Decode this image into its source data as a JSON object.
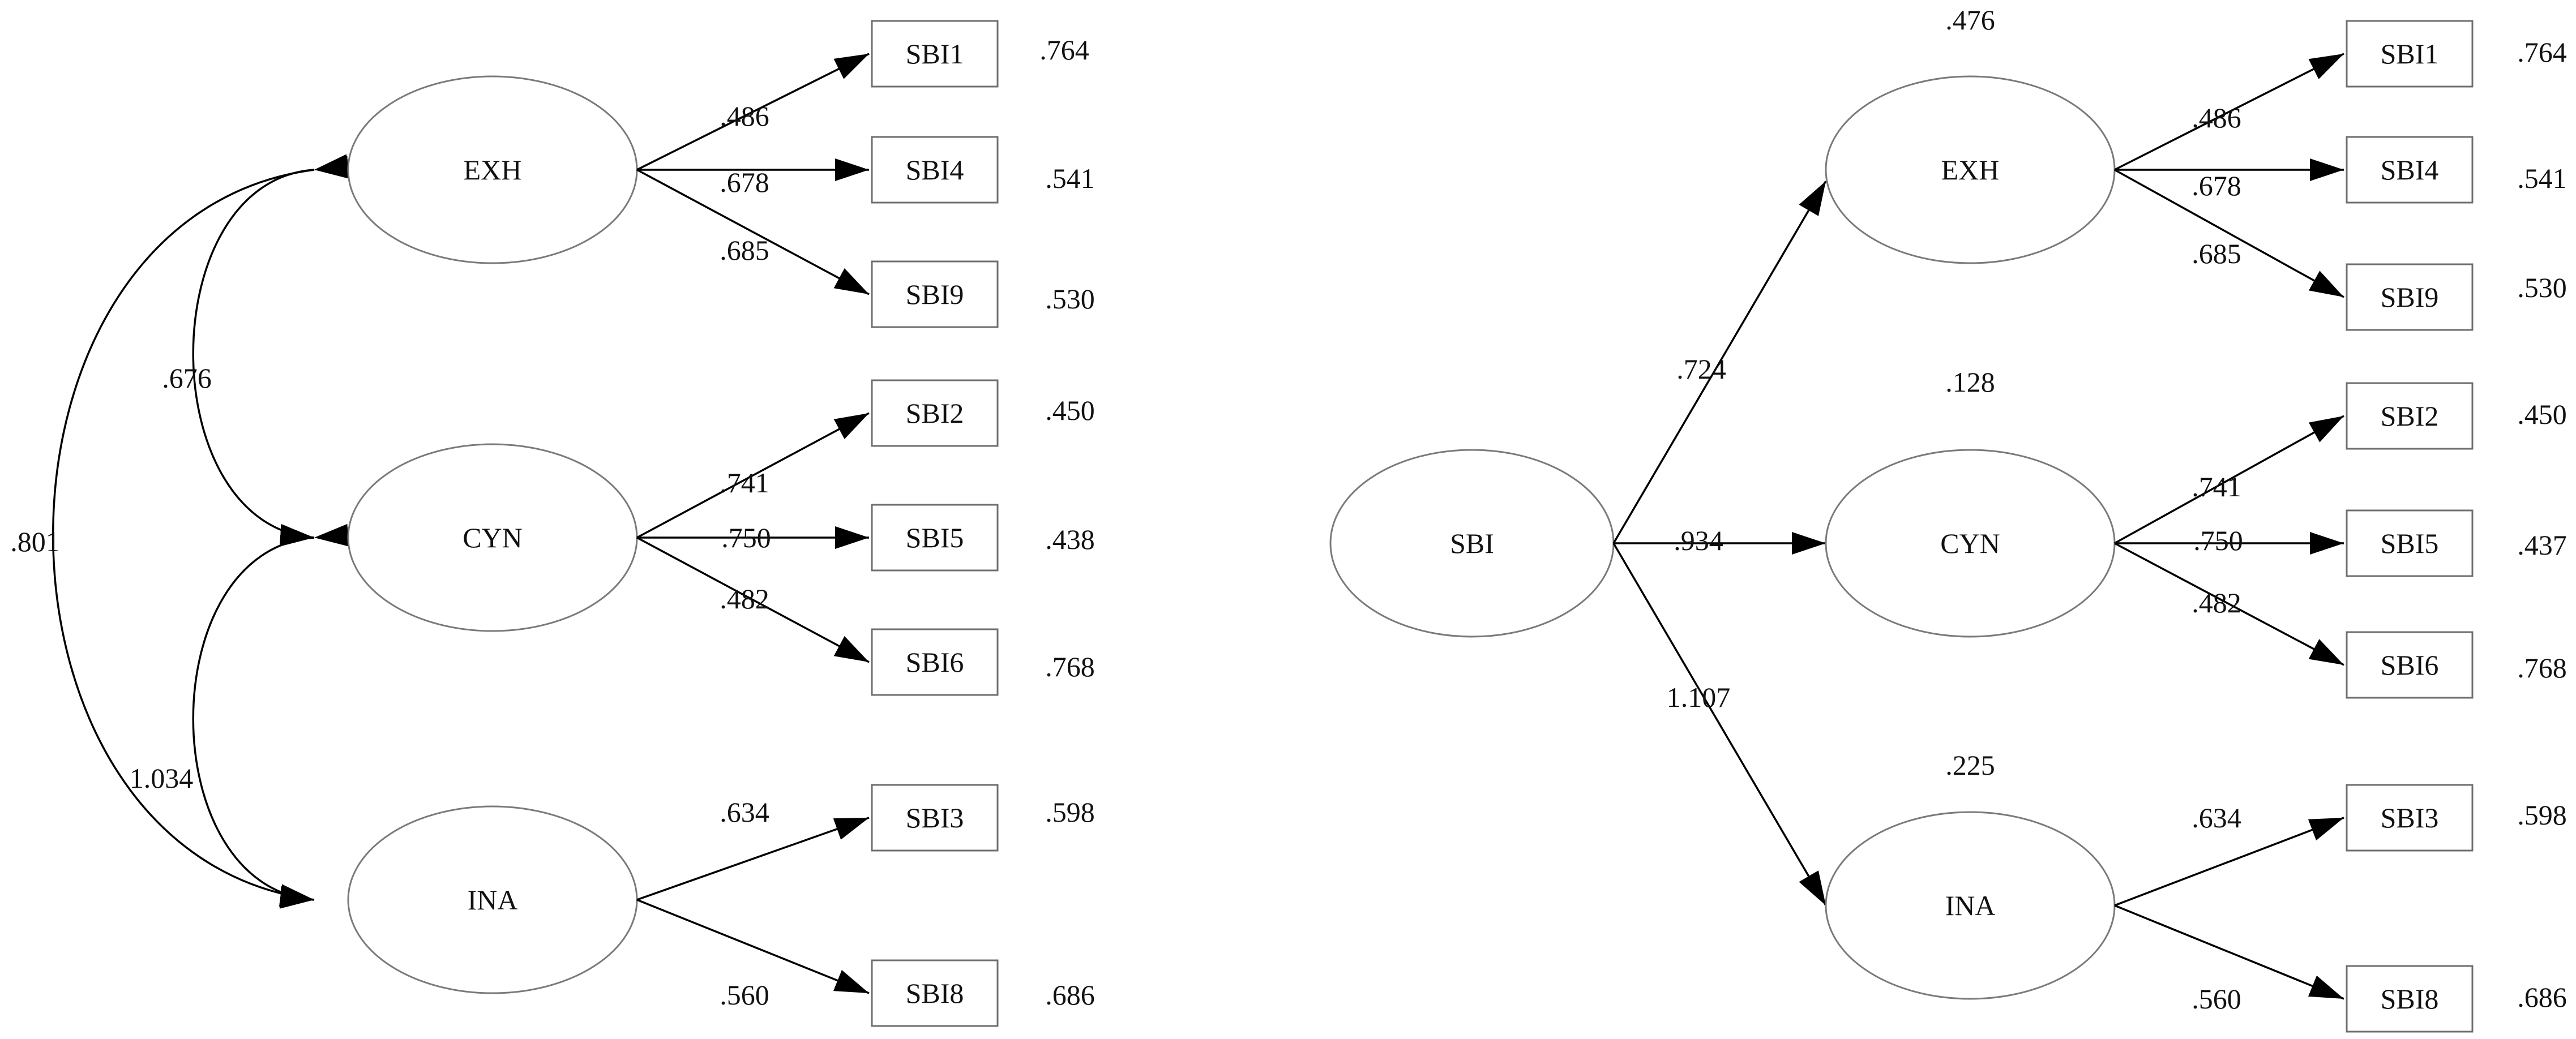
{
  "left_model": {
    "factors": [
      {
        "id": "EXH",
        "label": "EXH"
      },
      {
        "id": "CYN",
        "label": "CYN"
      },
      {
        "id": "INA",
        "label": "INA"
      }
    ],
    "indicators": [
      {
        "id": "SBI1",
        "label": "SBI1",
        "factor": "EXH",
        "loading": ".486",
        "error": ".764"
      },
      {
        "id": "SBI4",
        "label": "SBI4",
        "factor": "EXH",
        "loading": ".678",
        "error": ".541"
      },
      {
        "id": "SBI9",
        "label": "SBI9",
        "factor": "EXH",
        "loading": ".685",
        "error": ".530"
      },
      {
        "id": "SBI2",
        "label": "SBI2",
        "factor": "CYN",
        "loading": ".741",
        "error": ".450"
      },
      {
        "id": "SBI5",
        "label": "SBI5",
        "factor": "CYN",
        "loading": ".750",
        "error": ".438"
      },
      {
        "id": "SBI6",
        "label": "SBI6",
        "factor": "CYN",
        "loading": ".482",
        "error": ".768"
      },
      {
        "id": "SBI3",
        "label": "SBI3",
        "factor": "INA",
        "loading": ".634",
        "error": ".598"
      },
      {
        "id": "SBI8",
        "label": "SBI8",
        "factor": "INA",
        "loading": ".560",
        "error": ".686"
      }
    ],
    "covariances": [
      {
        "from": "EXH",
        "to": "CYN",
        "value": ".676"
      },
      {
        "from": "CYN",
        "to": "INA",
        "value": "1.034"
      },
      {
        "from": "EXH",
        "to": "INA",
        "value": ".801"
      }
    ]
  },
  "right_model": {
    "second_order": {
      "id": "SBI",
      "label": "SBI"
    },
    "factors": [
      {
        "id": "EXH",
        "label": "EXH",
        "loading": ".724",
        "r2": ".476"
      },
      {
        "id": "CYN",
        "label": "CYN",
        "loading": ".934",
        "r2": ".128"
      },
      {
        "id": "INA",
        "label": "INA",
        "loading": "1.107",
        "r2": ".225"
      }
    ],
    "indicators": [
      {
        "id": "SBI1",
        "label": "SBI1",
        "factor": "EXH",
        "loading": ".486",
        "error": ".764"
      },
      {
        "id": "SBI4",
        "label": "SBI4",
        "factor": "EXH",
        "loading": ".678",
        "error": ".541"
      },
      {
        "id": "SBI9",
        "label": "SBI9",
        "factor": "EXH",
        "loading": ".685",
        "error": ".530"
      },
      {
        "id": "SBI2",
        "label": "SBI2",
        "factor": "CYN",
        "loading": ".741",
        "error": ".450"
      },
      {
        "id": "SBI5",
        "label": "SBI5",
        "factor": "CYN",
        "loading": ".750",
        "error": ".437"
      },
      {
        "id": "SBI6",
        "label": "SBI6",
        "factor": "CYN",
        "loading": ".482",
        "error": ".768"
      },
      {
        "id": "SBI3",
        "label": "SBI3",
        "factor": "INA",
        "loading": ".634",
        "error": ".598"
      },
      {
        "id": "SBI8",
        "label": "SBI8",
        "factor": "INA",
        "loading": ".560",
        "error": ".686"
      }
    ]
  }
}
